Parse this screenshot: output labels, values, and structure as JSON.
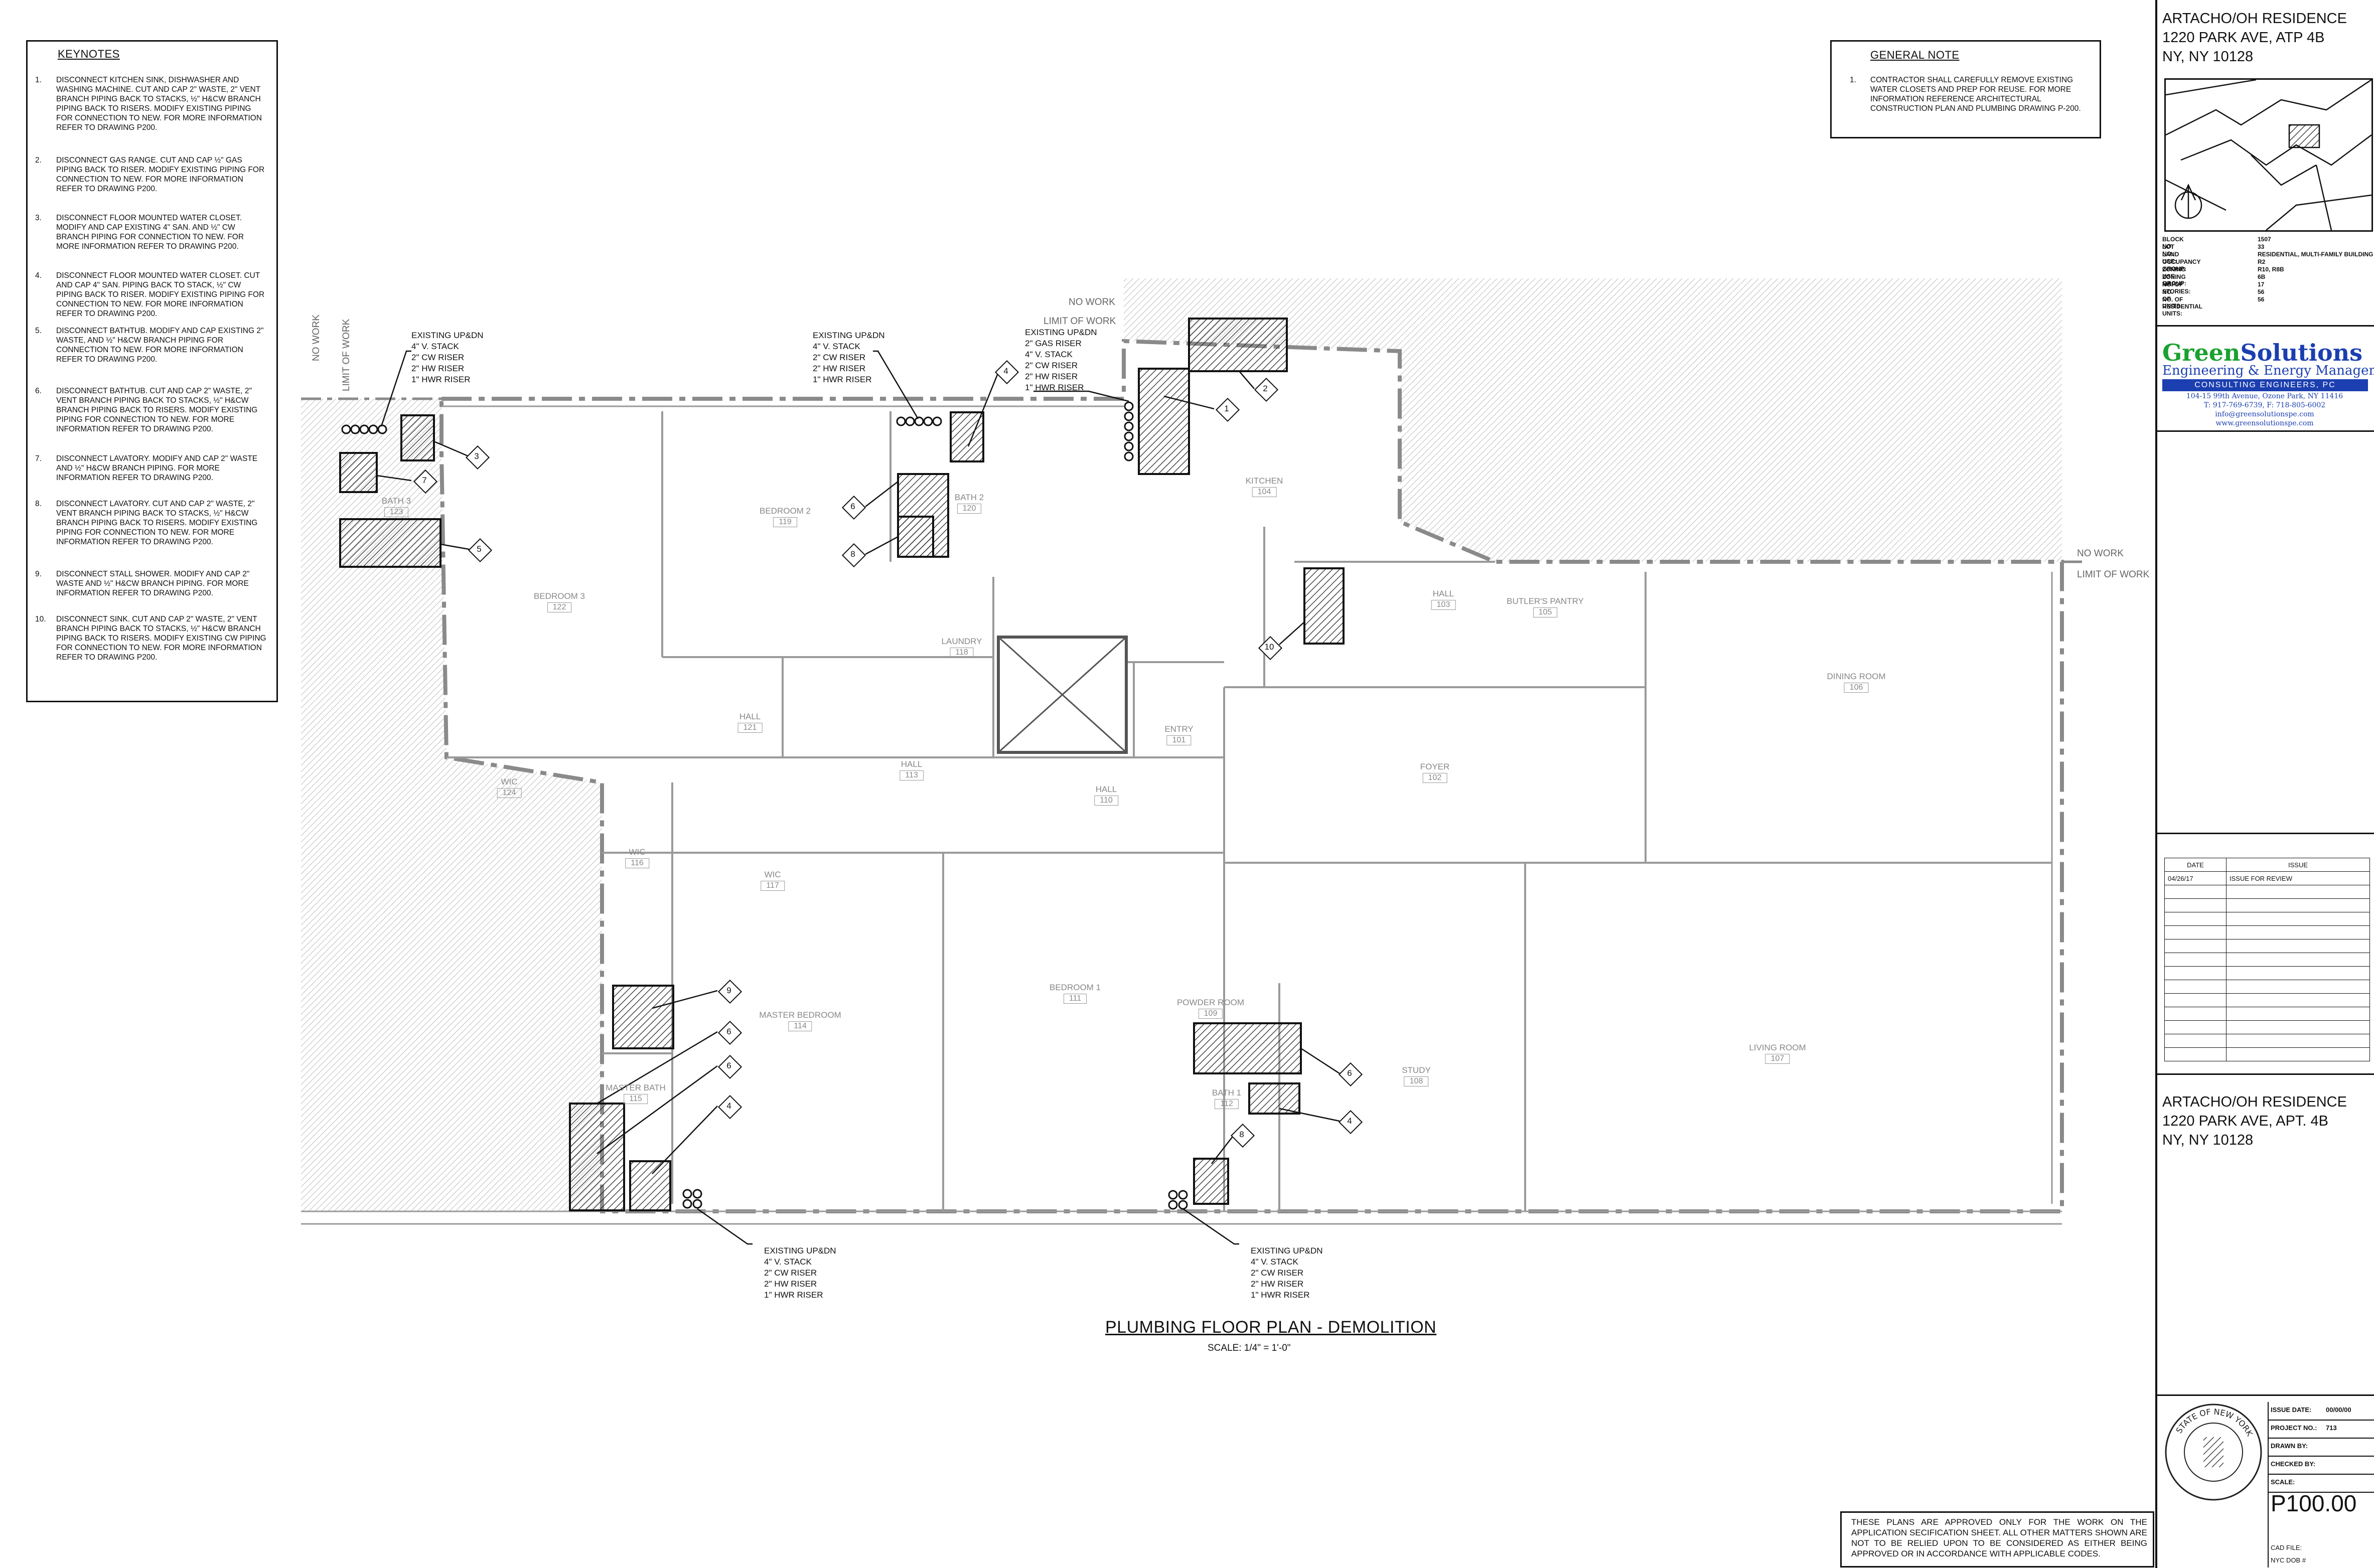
{
  "keynotes": {
    "title": "KEYNOTES",
    "items": [
      {
        "num": "1.",
        "text": "DISCONNECT KITCHEN SINK, DISHWASHER AND WASHING MACHINE. CUT AND CAP 2\" WASTE, 2\" VENT BRANCH PIPING BACK TO STACKS, ½\" H&CW BRANCH PIPING BACK TO RISERS. MODIFY EXISTING PIPING FOR CONNECTION TO NEW. FOR MORE INFORMATION REFER TO DRAWING P200."
      },
      {
        "num": "2.",
        "text": "DISCONNECT GAS RANGE. CUT AND CAP ½\" GAS PIPING BACK TO RISER. MODIFY EXISTING PIPING FOR CONNECTION TO NEW. FOR MORE INFORMATION REFER TO DRAWING P200."
      },
      {
        "num": "3.",
        "text": "DISCONNECT FLOOR MOUNTED WATER CLOSET. MODIFY AND CAP EXISTING 4\" SAN. AND ½\" CW BRANCH PIPING FOR CONNECTION TO NEW. FOR MORE INFORMATION REFER TO DRAWING P200."
      },
      {
        "num": "4.",
        "text": "DISCONNECT FLOOR MOUNTED WATER CLOSET. CUT AND CAP 4\" SAN. PIPING BACK TO STACK, ½\" CW PIPING BACK TO RISER. MODIFY EXISTING PIPING FOR CONNECTION TO NEW. FOR MORE INFORMATION REFER TO DRAWING P200."
      },
      {
        "num": "5.",
        "text": "DISCONNECT BATHTUB. MODIFY AND CAP EXISTING 2\" WASTE, AND ½\" H&CW BRANCH PIPING FOR CONNECTION TO NEW. FOR MORE INFORMATION REFER TO DRAWING P200."
      },
      {
        "num": "6.",
        "text": "DISCONNECT BATHTUB. CUT AND CAP 2\" WASTE, 2\" VENT BRANCH PIPING BACK TO STACKS, ½\" H&CW BRANCH PIPING BACK TO RISERS. MODIFY EXISTING PIPING FOR CONNECTION TO NEW. FOR MORE INFORMATION REFER TO DRAWING P200."
      },
      {
        "num": "7.",
        "text": "DISCONNECT LAVATORY. MODIFY AND CAP 2\" WASTE AND ½\" H&CW BRANCH PIPING. FOR MORE INFORMATION REFER TO DRAWING P200."
      },
      {
        "num": "8.",
        "text": "DISCONNECT LAVATORY. CUT AND CAP 2\" WASTE, 2\" VENT BRANCH PIPING BACK TO STACKS, ½\" H&CW BRANCH PIPING BACK TO RISERS. MODIFY EXISTING PIPING FOR CONNECTION TO NEW. FOR MORE INFORMATION REFER TO DRAWING P200."
      },
      {
        "num": "9.",
        "text": "DISCONNECT STALL SHOWER. MODIFY AND CAP 2\" WASTE AND ½\" H&CW BRANCH PIPING. FOR MORE INFORMATION REFER TO DRAWING P200."
      },
      {
        "num": "10.",
        "text": "DISCONNECT SINK. CUT AND CAP 2\" WASTE, 2\" VENT BRANCH PIPING BACK TO STACKS, ½\" H&CW BRANCH PIPING BACK TO RISERS. MODIFY EXISTING CW PIPING FOR CONNECTION TO NEW. FOR MORE INFORMATION REFER TO DRAWING P200."
      }
    ]
  },
  "general_note": {
    "title": "GENERAL NOTE",
    "num": "1.",
    "text": "CONTRACTOR SHALL CAREFULLY REMOVE EXISTING WATER CLOSETS AND PREP FOR REUSE. FOR MORE INFORMATION REFERENCE ARCHITECTURAL CONSTRUCTION PLAN AND PLUMBING DRAWING P-200."
  },
  "plan": {
    "title": "PLUMBING FLOOR PLAN - DEMOLITION",
    "scale": "SCALE: 1/4\" = 1'-0\"",
    "no_work": "NO WORK",
    "limit_of_work": "LIMIT OF WORK",
    "riser_tags": {
      "top_left": "EXISTING UP&DN\n4\" V. STACK\n2\" CW RISER\n2\" HW RISER\n1\" HWR RISER",
      "top_mid": "EXISTING UP&DN\n4\" V. STACK\n2\" CW RISER\n2\" HW RISER\n1\" HWR RISER",
      "top_kitchen": "EXISTING UP&DN\n2\" GAS RISER\n4\" V. STACK\n2\" CW RISER\n2\" HW RISER\n1\" HWR RISER",
      "bottom_left": "EXISTING UP&DN\n4\" V. STACK\n2\" CW RISER\n2\" HW RISER\n1\" HWR RISER",
      "bottom_mid": "EXISTING UP&DN\n4\" V. STACK\n2\" CW RISER\n2\" HW RISER\n1\" HWR RISER"
    },
    "rooms": [
      {
        "id": "bath3",
        "name": "BATH 3",
        "num": "123"
      },
      {
        "id": "bedroom3",
        "name": "BEDROOM 3",
        "num": "122"
      },
      {
        "id": "bedroom2",
        "name": "BEDROOM 2",
        "num": "119"
      },
      {
        "id": "bath2",
        "name": "BATH 2",
        "num": "120"
      },
      {
        "id": "laundry",
        "name": "LAUNDRY",
        "num": "118"
      },
      {
        "id": "kitchen",
        "name": "KITCHEN",
        "num": "104"
      },
      {
        "id": "hall103",
        "name": "HALL",
        "num": "103"
      },
      {
        "id": "butlers",
        "name": "BUTLER'S PANTRY",
        "num": "105"
      },
      {
        "id": "dining",
        "name": "DINING ROOM",
        "num": "106"
      },
      {
        "id": "hall121",
        "name": "HALL",
        "num": "121"
      },
      {
        "id": "hall113",
        "name": "HALL",
        "num": "113"
      },
      {
        "id": "entry",
        "name": "ENTRY",
        "num": "101"
      },
      {
        "id": "hall110",
        "name": "HALL",
        "num": "110"
      },
      {
        "id": "foyer",
        "name": "FOYER",
        "num": "102"
      },
      {
        "id": "wic124",
        "name": "WIC",
        "num": "124"
      },
      {
        "id": "wic116",
        "name": "WIC",
        "num": "116"
      },
      {
        "id": "wic117",
        "name": "WIC",
        "num": "117"
      },
      {
        "id": "master",
        "name": "MASTER BEDROOM",
        "num": "114"
      },
      {
        "id": "masterbath",
        "name": "MASTER BATH",
        "num": "115"
      },
      {
        "id": "bedroom1",
        "name": "BEDROOM 1",
        "num": "111"
      },
      {
        "id": "powder",
        "name": "POWDER ROOM",
        "num": "109"
      },
      {
        "id": "bath1",
        "name": "BATH 1",
        "num": "112"
      },
      {
        "id": "study",
        "name": "STUDY",
        "num": "108"
      },
      {
        "id": "living",
        "name": "LIVING ROOM",
        "num": "107"
      }
    ],
    "callouts": [
      "3",
      "7",
      "5",
      "4",
      "6",
      "8",
      "1",
      "2",
      "10",
      "9",
      "6",
      "6",
      "4",
      "6",
      "4",
      "8"
    ]
  },
  "title_block": {
    "project_top": [
      "ARTACHO/OH RESIDENCE",
      "1220 PARK AVE, ATP 4B",
      "NY, NY 10128"
    ],
    "zoning": [
      [
        "BLOCK NO:",
        "1507"
      ],
      [
        "LOT NO:",
        "33"
      ],
      [
        "LAND USE:",
        "RESIDENTIAL, MULTI-FAMILY BUILDING"
      ],
      [
        "OCCUPANCY GROUP:",
        "R2"
      ],
      [
        "ZONING USE GROUP:",
        "R10, R8B"
      ],
      [
        "ZONING MAP:",
        "6B"
      ],
      [
        "NO. OF STORIES:",
        "17"
      ],
      [
        "NO. OF UNITS:",
        "56"
      ],
      [
        "NO. OF RESIDENTIAL UNITS:",
        "56"
      ]
    ],
    "firm": {
      "name_a": "Green",
      "name_b": "Solutions",
      "sub": "Engineering & Energy Management",
      "band": "CONSULTING ENGINEERS, PC",
      "address": "104-15 99th Avenue, Ozone Park, NY 11416",
      "phone": "T: 917-769-6739, F: 718-805-6002",
      "email": "info@greensolutionspe.com",
      "web": "www.greensolutionspe.com"
    },
    "issue_table": {
      "headers": [
        "DATE",
        "ISSUE"
      ],
      "rows": [
        [
          "04/26/17",
          "ISSUE FOR REVIEW"
        ]
      ]
    },
    "project_bottom": [
      "ARTACHO/OH RESIDENCE",
      "1220 PARK AVE, APT. 4B",
      "NY, NY 10128"
    ],
    "info": [
      [
        "ISSUE DATE:",
        "00/00/00"
      ],
      [
        "PROJECT NO.:",
        "713"
      ],
      [
        "DRAWN BY:",
        ""
      ],
      [
        "CHECKED BY:",
        ""
      ],
      [
        "SCALE:",
        ""
      ]
    ],
    "sheet_number": "P100.00",
    "cad_file": "CAD FILE:",
    "nyc_dob": "NYC DOB #",
    "seal_text": "STATE OF NEW YORK",
    "disclaimer": "THESE PLANS ARE APPROVED ONLY FOR THE WORK ON THE APPLICATION SECIFICATION SHEET. ALL OTHER MATTERS SHOWN ARE NOT TO BE RELIED UPON TO BE CONSIDERED AS EITHER BEING APPROVED OR IN ACCORDANCE WITH APPLICABLE CODES."
  }
}
